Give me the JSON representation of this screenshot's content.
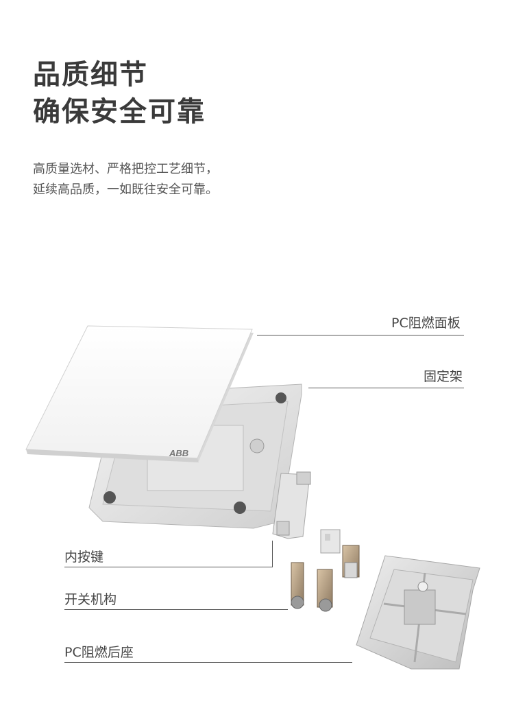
{
  "heading": {
    "line1": "品质细节",
    "line2": "确保安全可靠"
  },
  "description": {
    "line1": "高质量选材、严格把控工艺细节，",
    "line2": "延续高品质，一如既往安全可靠。"
  },
  "brand_mark": "ABB",
  "callouts": {
    "panel": "PC阻燃面板",
    "bracket": "固定架",
    "inner_key": "内按键",
    "switch_mechanism": "开关机构",
    "rear_base": "PC阻燃后座"
  }
}
